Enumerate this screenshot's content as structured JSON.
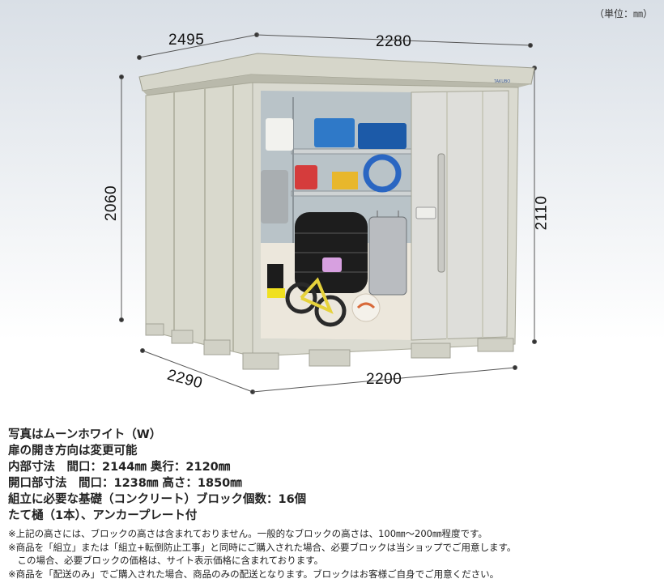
{
  "unit_label": "（単位：㎜）",
  "dimensions": {
    "top_depth": "2495",
    "top_width": "2280",
    "front_height": "2060",
    "side_height": "2110",
    "base_depth": "2290",
    "base_width": "2200"
  },
  "specs": [
    "写真はムーンホワイト（W）",
    "扉の開き方向は変更可能",
    "内部寸法　間口：2144㎜ 奥行：2120㎜",
    "開口部寸法　間口：1238㎜ 高さ：1850㎜",
    "組立に必要な基礎（コンクリート）ブロック個数：16個",
    "たて樋（1本）、アンカープレート付"
  ],
  "notes": [
    "※上記の高さには、ブロックの高さは含まれておりません。一般的なブロックの高さは、100㎜〜200㎜程度です。",
    "※商品を「組立」または「組立+転倒防止工事」と同時にご購入された場合、必要ブロックは当ショップでご用意します。",
    "　この場合、必要ブロックの価格は、サイト表示価格に含まれております。",
    "※商品を「配送のみ」でご購入された場合、商品のみの配送となります。ブロックはお客様ご自身でご用意ください。"
  ]
}
